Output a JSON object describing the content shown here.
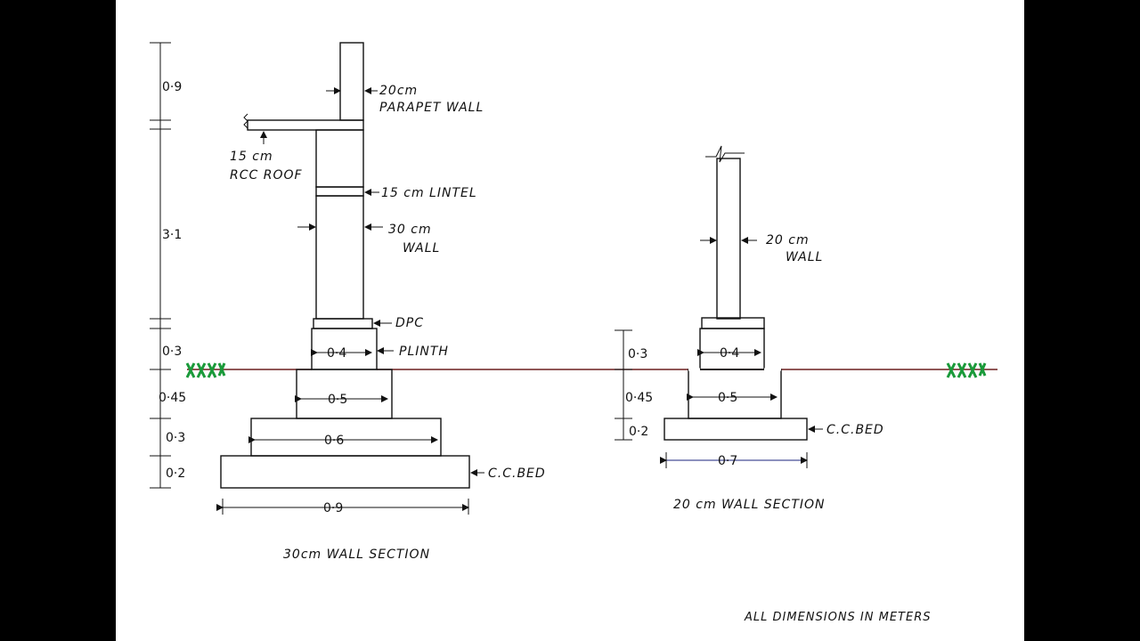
{
  "title_left": "30cm WALL SECTION",
  "title_right": "20 cm WALL SECTION",
  "note": "ALL DIMENSIONS IN METERS",
  "left_section": {
    "parapet": "20cm",
    "parapet_name": "PARAPET WALL",
    "roof_thk": "15 cm",
    "roof_name": "RCC ROOF",
    "lintel": "15 cm LINTEL",
    "wall_thk": "30 cm",
    "wall_name": "WALL",
    "dpc": "DPC",
    "plinth": "PLINTH",
    "ccbed": "C.C.BED",
    "heights": [
      "0·9",
      "3·1",
      "0·3",
      "0·45",
      "0·3",
      "0·2"
    ],
    "widths": [
      "0·4",
      "0·5",
      "0·6",
      "0·9"
    ]
  },
  "right_section": {
    "wall_thk": "20 cm",
    "wall_name": "WALL",
    "ccbed": "C.C.BED",
    "heights": [
      "0·3",
      "0·45",
      "0·2"
    ],
    "widths": [
      "0·4",
      "0·5",
      "0·7"
    ]
  },
  "colors": {
    "ground_line": "#6b1e1e",
    "grass": "#1a9a3a",
    "dim_line": "#1a237e"
  }
}
